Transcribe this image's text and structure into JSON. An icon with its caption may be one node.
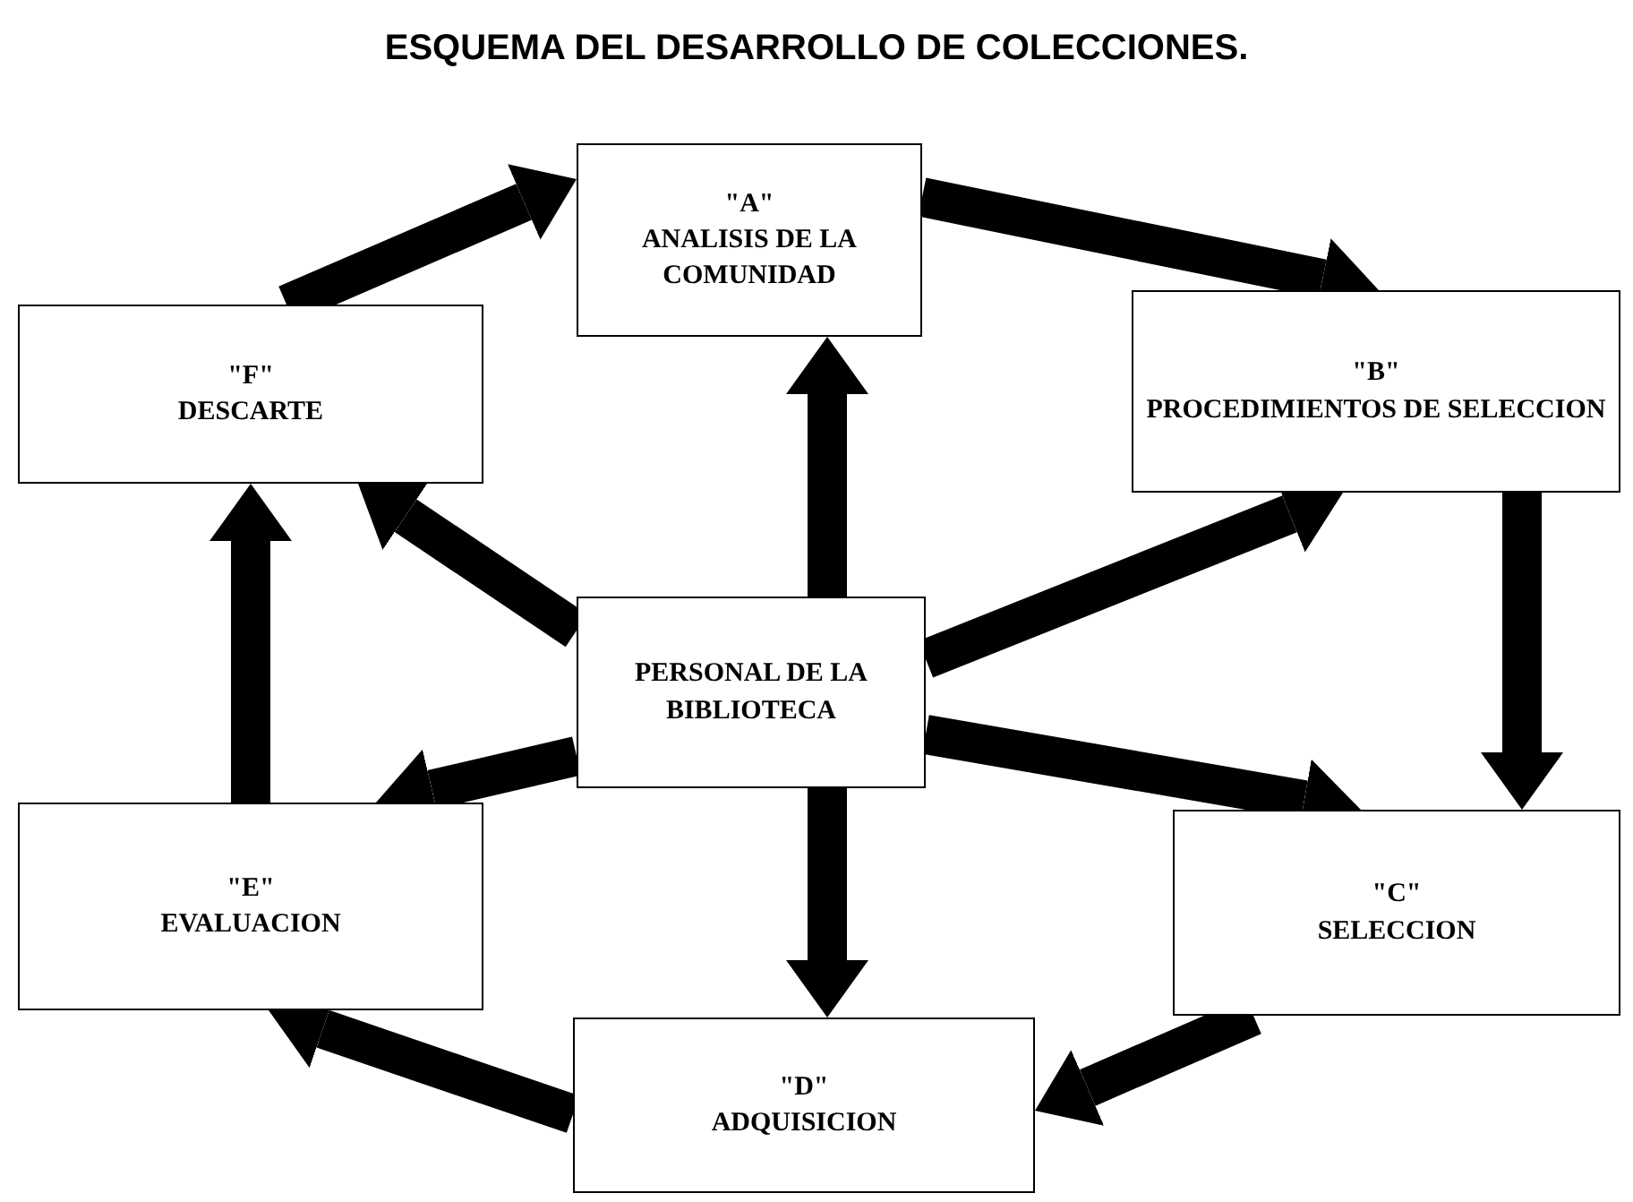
{
  "diagram": {
    "title": "ESQUEMA DEL DESARROLLO DE COLECCIONES.",
    "nodes": [
      {
        "text": [
          "\"A\"",
          "ANALISIS DE LA COMUNIDAD"
        ]
      },
      {
        "text": [
          "\"B\"",
          "PROCEDIMIENTOS DE SELECCION"
        ]
      },
      {
        "text": [
          "\"C\"",
          "SELECCION"
        ]
      },
      {
        "text": [
          "\"D\"",
          "ADQUISICION"
        ]
      },
      {
        "text": [
          "\"E\"",
          "EVALUACION"
        ]
      },
      {
        "text": [
          "\"F\"",
          "DESCARTE"
        ]
      },
      {
        "text": [
          "PERSONAL DE LA BIBLIOTECA"
        ]
      }
    ],
    "edges": [
      {
        "from": 5,
        "to": 0,
        "arrow": "to"
      },
      {
        "from": 0,
        "to": 1,
        "arrow": "to"
      },
      {
        "from": 1,
        "to": 2,
        "arrow": "to"
      },
      {
        "from": 2,
        "to": 3,
        "arrow": "to"
      },
      {
        "from": 3,
        "to": 4,
        "arrow": "to"
      },
      {
        "from": 4,
        "to": 5,
        "arrow": "to"
      },
      {
        "from": 6,
        "to": 0,
        "arrow": "to"
      },
      {
        "from": 6,
        "to": 3,
        "arrow": "to"
      },
      {
        "from": 6,
        "to": 5,
        "arrow": "to"
      },
      {
        "from": 6,
        "to": 4,
        "arrow": "to"
      },
      {
        "from": 6,
        "to": 1,
        "arrow": "to"
      },
      {
        "from": 6,
        "to": 2,
        "arrow": "to"
      }
    ]
  }
}
